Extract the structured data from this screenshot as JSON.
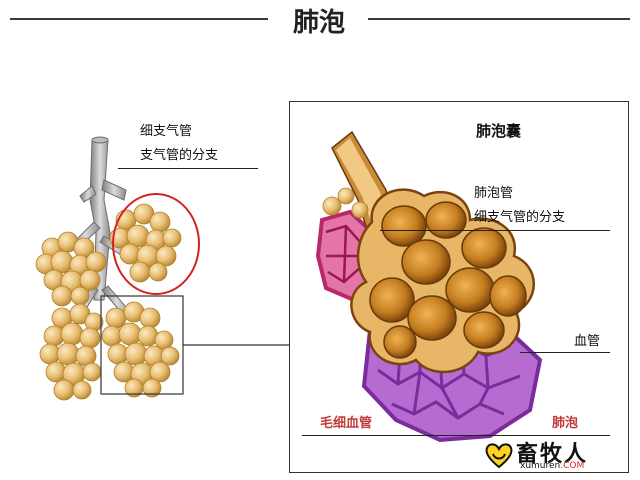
{
  "title": "肺泡",
  "labels": {
    "bronchiole": "细支气管",
    "bronchiole_branch": "支气管的分支",
    "alveolar_sac": "肺泡囊",
    "alveolar_duct": "肺泡管",
    "bronchiole_branch_right": "细支气管的分支",
    "blood_vessel": "血管",
    "capillary": "毛细血管",
    "alveolus": "肺泡"
  },
  "watermark": {
    "cn": "畜牧人",
    "en": "xumuren",
    "com": ".COM"
  },
  "colors": {
    "alveoli_fill": "#e8bf73",
    "alveoli_dark": "#c7923c",
    "interior_brown": "#b8751d",
    "capillary_red": "#b51d63",
    "capillary_purple": "#7a2c9c",
    "highlight_circle": "#d22222",
    "label_red": "#c23a3a"
  }
}
